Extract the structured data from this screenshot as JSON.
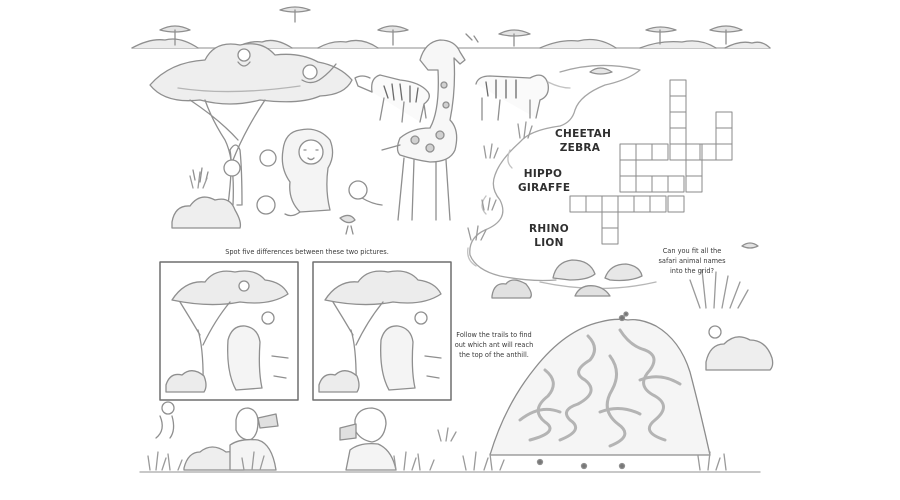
{
  "puzzles": {
    "spot_difference": {
      "instruction": "Spot five differences between these two pictures."
    },
    "crossword": {
      "words": [
        "CHEETAH",
        "ZEBRA",
        "HIPPO",
        "GIRAFFE",
        "RHINO",
        "LION"
      ],
      "instruction": "Can you fit all the safari animal names into the grid?"
    },
    "maze": {
      "instruction": "Follow the trails to find out which ant will reach the top of the anthill."
    }
  },
  "colors": {
    "line": "#8c8c8c",
    "grid": "#9a9a9a",
    "fill_light": "#eeeeee",
    "fill_mid": "#d9d9d9",
    "text": "#3a3a3a"
  }
}
